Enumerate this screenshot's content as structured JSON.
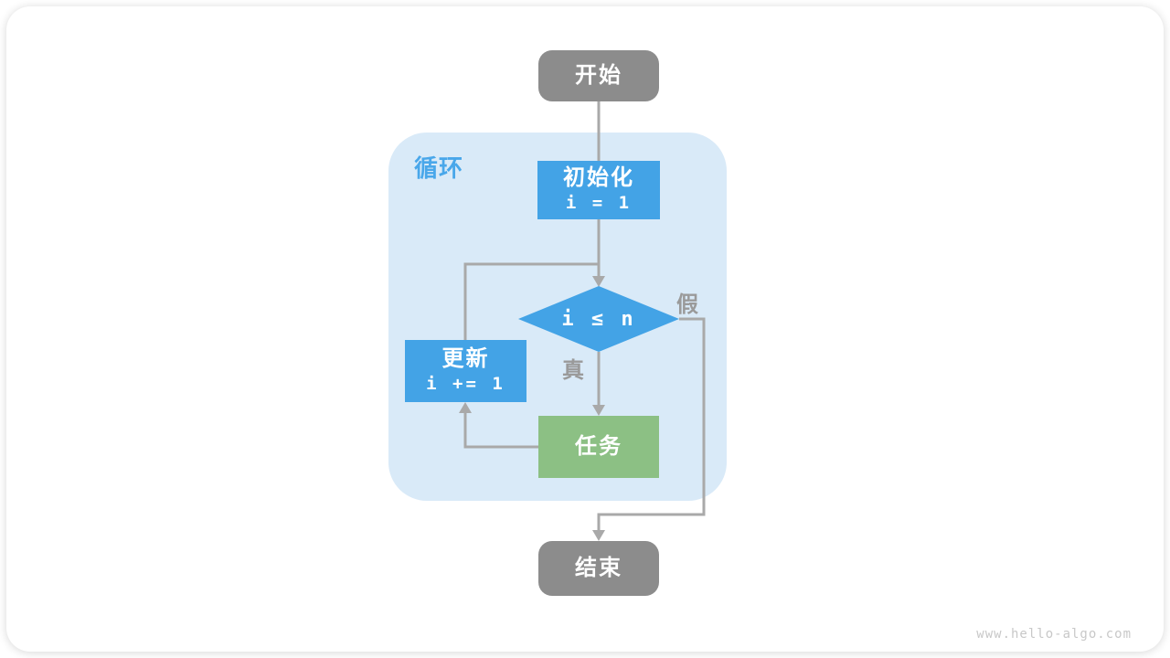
{
  "diagram": {
    "loop_label": "循环",
    "nodes": {
      "start": {
        "label": "开始"
      },
      "init": {
        "label": "初始化",
        "code": "i = 1"
      },
      "condition": {
        "code": "i ≤ n"
      },
      "update": {
        "label": "更新",
        "code": "i += 1"
      },
      "task": {
        "label": "任务"
      },
      "end": {
        "label": "结束"
      }
    },
    "branches": {
      "true_label": "真",
      "false_label": "假"
    },
    "colors": {
      "blue": "#43a3e6",
      "green": "#8cc084",
      "gray": "#8c8c8c",
      "arrow": "#a9a9a9",
      "loop_bg": "#d9eaf8",
      "label_blue": "#49a7ea",
      "branch_label": "#9a9a9a",
      "watermark": "#c8c8c8"
    }
  },
  "footer": {
    "watermark": "www.hello-algo.com"
  }
}
